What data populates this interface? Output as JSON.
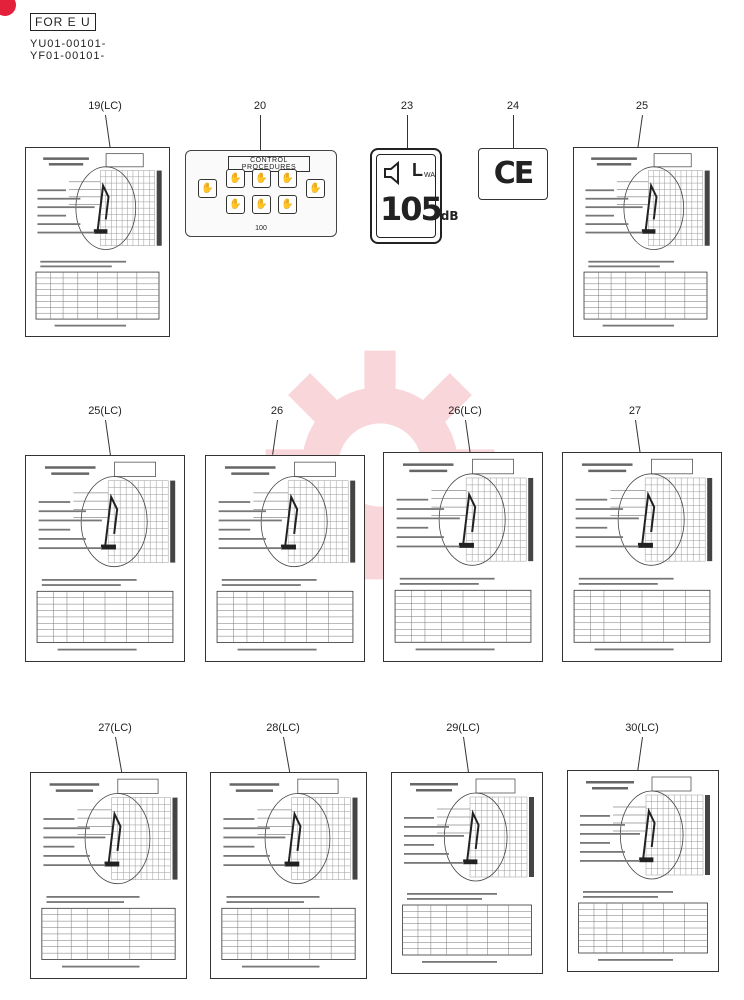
{
  "header": {
    "region": "FOR E U",
    "serials": [
      "YU01-00101-",
      "YF01-00101-"
    ]
  },
  "labels": {
    "r1": [
      "19(LC)",
      "20",
      "23",
      "24",
      "25"
    ],
    "r2": [
      "25(LC)",
      "26",
      "26(LC)",
      "27"
    ],
    "r3": [
      "27(LC)",
      "28(LC)",
      "29(LC)",
      "30(LC)"
    ]
  },
  "decal20": {
    "title": "CONTROL PROCEDURES",
    "number": "100"
  },
  "decal23": {
    "level": "105",
    "unit": "dB",
    "symbol": "L",
    "sub": "WA"
  },
  "decal24": {
    "mark": "CE"
  },
  "colors": {
    "watermark": "#e3213a"
  }
}
